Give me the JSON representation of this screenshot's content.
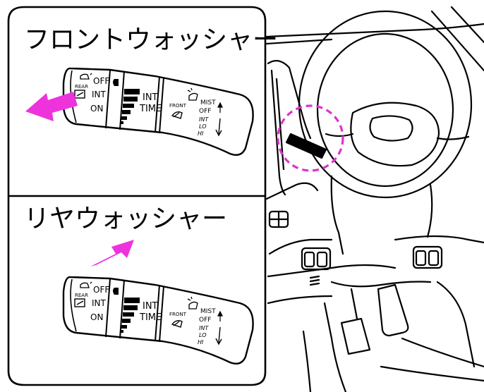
{
  "front": {
    "title": "フロントウォッシャー",
    "stalk": {
      "rear_label": "REAR",
      "rear_positions": [
        "OFF",
        "INT",
        "ON"
      ],
      "int_time": [
        "INT",
        "TIME"
      ],
      "front_label": "FRONT",
      "front_positions": [
        "MIST",
        "OFF",
        "INT",
        "LO",
        "HI"
      ]
    }
  },
  "rear": {
    "title": "リヤウォッシャー",
    "stalk": {
      "rear_label": "REAR",
      "rear_positions": [
        "OFF",
        "INT",
        "ON"
      ],
      "int_time": [
        "INT",
        "TIME"
      ],
      "front_label": "FRONT",
      "front_positions": [
        "MIST",
        "OFF",
        "INT",
        "LO",
        "HI"
      ]
    }
  },
  "colors": {
    "arrow": "#ee33dd",
    "highlight_circle": "#dd33cc",
    "line": "#000000"
  }
}
